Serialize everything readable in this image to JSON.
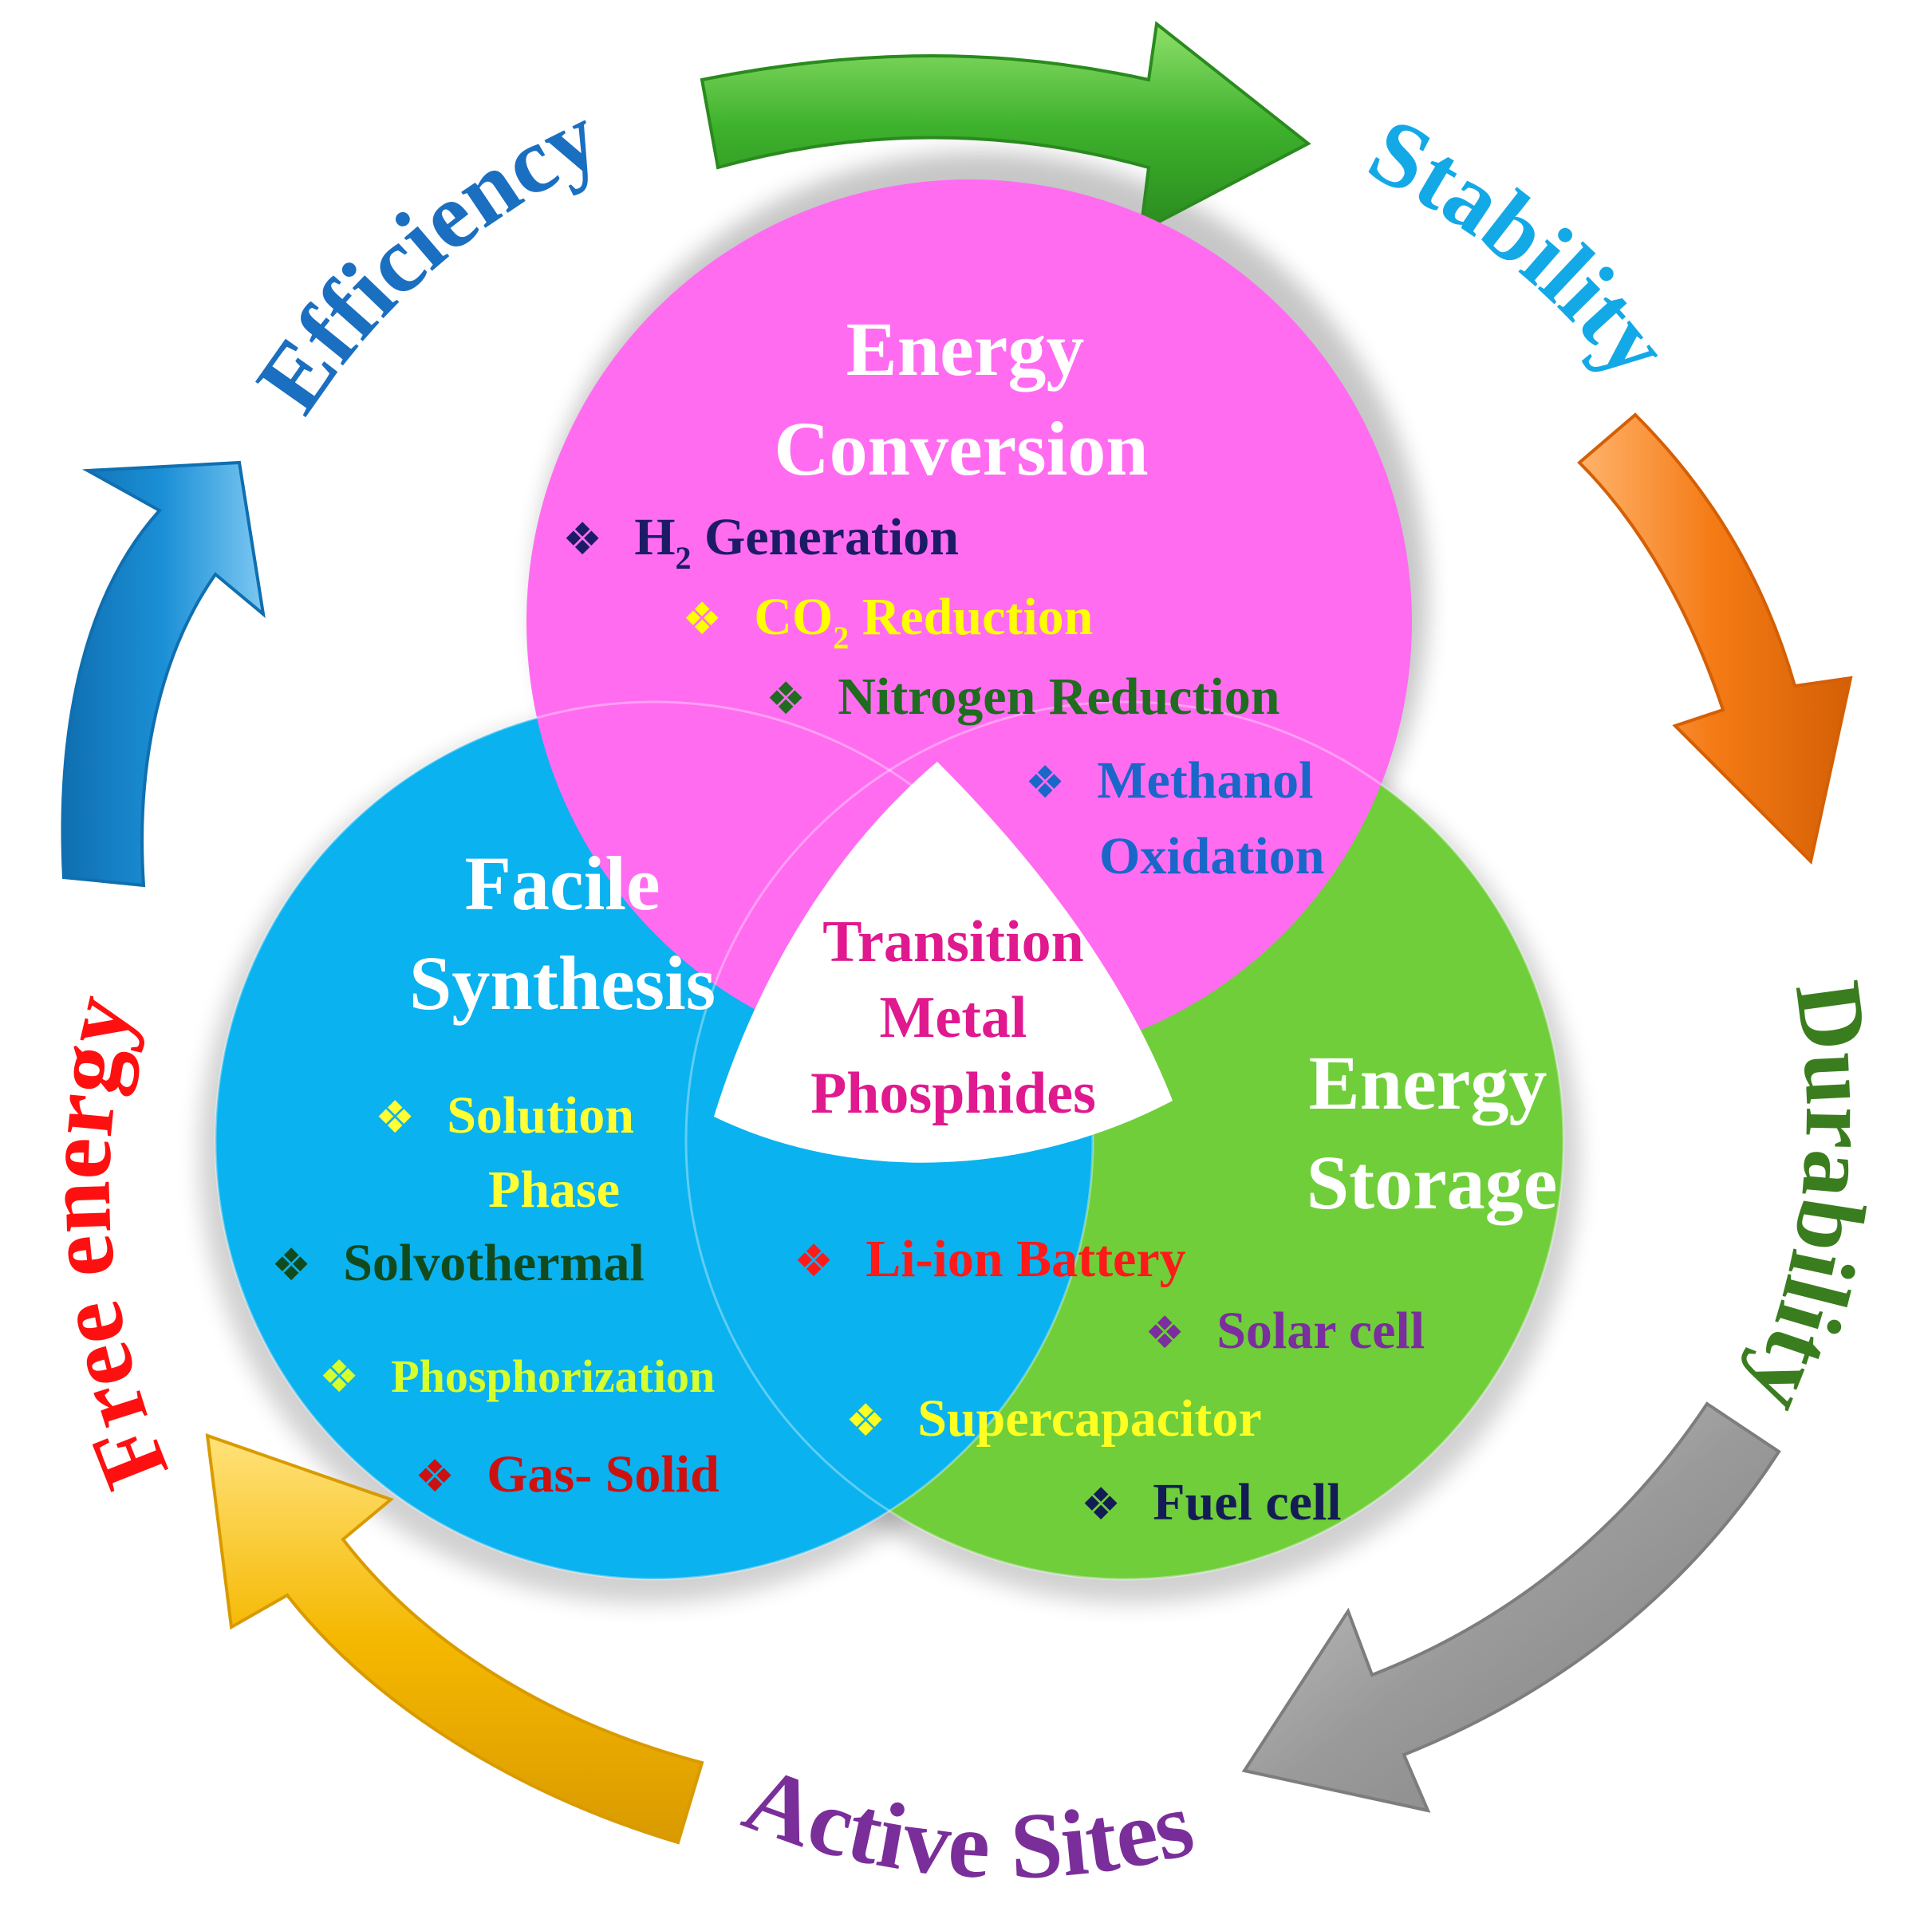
{
  "cycle": {
    "efficiency": {
      "label": "Efficiency",
      "color": "#1a6fc0"
    },
    "stability": {
      "label": "Stability",
      "color": "#13a9e6"
    },
    "durability": {
      "label": "Durability",
      "color": "#3a7d1f"
    },
    "active_sites": {
      "label": "Active Sites",
      "color": "#7a2e99"
    },
    "free_energy": {
      "label": "Free energy",
      "color": "#ff1010"
    }
  },
  "arrows": {
    "green": "#3db12c",
    "orange": "#f47a14",
    "gray": "#9a9a9a",
    "yellow": "#f5b800",
    "blue": "#1b8fd6"
  },
  "circles": {
    "conversion": {
      "title_line1": "Energy",
      "title_line2": "Conversion",
      "color": "#ff6cf0",
      "items": {
        "h2": {
          "main": "H",
          "sub": "2",
          "rest": " Generation",
          "color": "#1c1b66"
        },
        "co2": {
          "main": "CO",
          "sub": "2",
          "rest": " Reduction",
          "color": "#ffff00"
        },
        "nitrogen": {
          "text": "Nitrogen Reduction",
          "color": "#1f6b1f"
        },
        "methanol_1": {
          "text": "Methanol",
          "color": "#1a66c9"
        },
        "methanol_2": {
          "text": "Oxidation",
          "color": "#1a66c9"
        }
      }
    },
    "synthesis": {
      "title_line1": "Facile",
      "title_line2": "Synthesis",
      "color": "#0ab2ef",
      "items": {
        "solution_1": {
          "text": "Solution",
          "color": "#ffff33"
        },
        "solution_2": {
          "text": "Phase",
          "color": "#ffff33"
        },
        "solvothermal": {
          "text": "Solvothermal",
          "color": "#114a1c"
        },
        "phosphorization": {
          "text": "Phosphorization",
          "color": "#d6ff2e"
        },
        "gas_solid": {
          "text": "Gas- Solid",
          "color": "#cc1111"
        }
      }
    },
    "storage": {
      "title_line1": "Energy",
      "title_line2": "Storage",
      "color": "#6fce3a",
      "items": {
        "li_ion": {
          "text": "Li-ion Battery",
          "color": "#ff1a1a"
        },
        "solar": {
          "text": "Solar cell",
          "color": "#7b2e9e"
        },
        "supercap": {
          "text": "Supercapacitor",
          "color": "#ffff22"
        },
        "fuel": {
          "text": "Fuel cell",
          "color": "#141c55"
        }
      }
    }
  },
  "center": {
    "line1": "Transition",
    "line2": "Metal",
    "line3": "Phosphides",
    "color": "#e0198f"
  }
}
